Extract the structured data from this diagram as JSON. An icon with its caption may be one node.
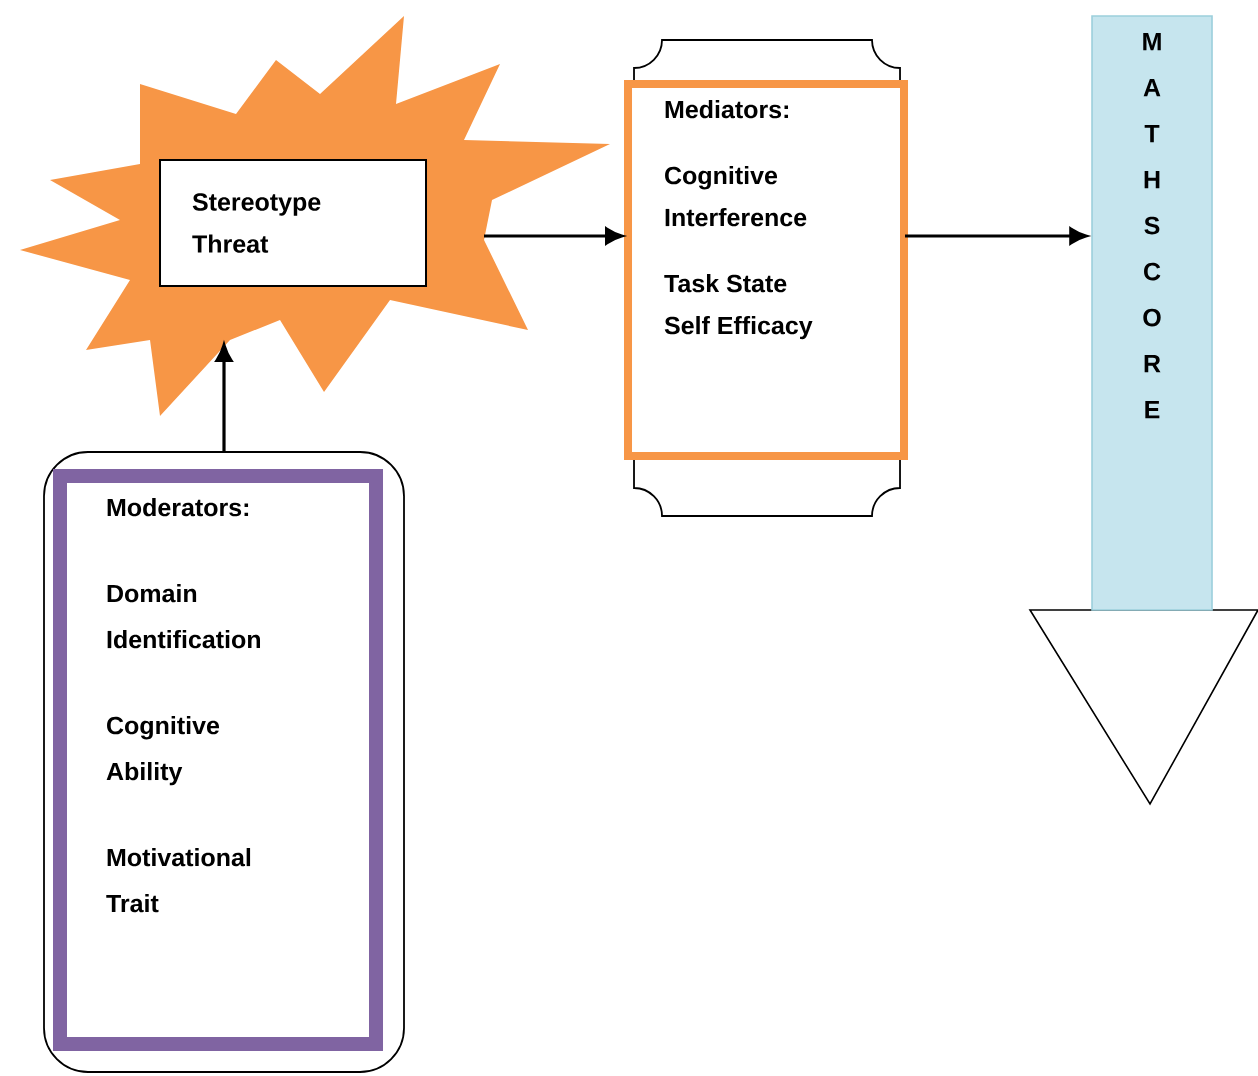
{
  "diagram": {
    "nodes": [
      {
        "text": [],
        "shape": "starburst"
      },
      {
        "text": [
          "Stereotype Threat"
        ],
        "in": 0
      },
      {
        "text": [],
        "shape": "plaque"
      },
      {
        "text": [
          "Mediators:",
          "Cognitive Interference",
          "Task State Self Efficacy"
        ],
        "in": 2
      },
      {
        "text": [
          "M A T H S C O R E"
        ]
      },
      {
        "text": [],
        "shape": "box"
      },
      {
        "text": [
          "Moderators:",
          "Domain Identification",
          "Cognitive Ability",
          "Motivational Trait"
        ],
        "in": 5
      }
    ],
    "edges": [
      {
        "from": 5,
        "to": 0,
        "arrow": "to"
      },
      {
        "from": 0,
        "to": 3,
        "arrow": "to"
      },
      {
        "from": 3,
        "to": 4,
        "arrow": "to"
      }
    ]
  }
}
